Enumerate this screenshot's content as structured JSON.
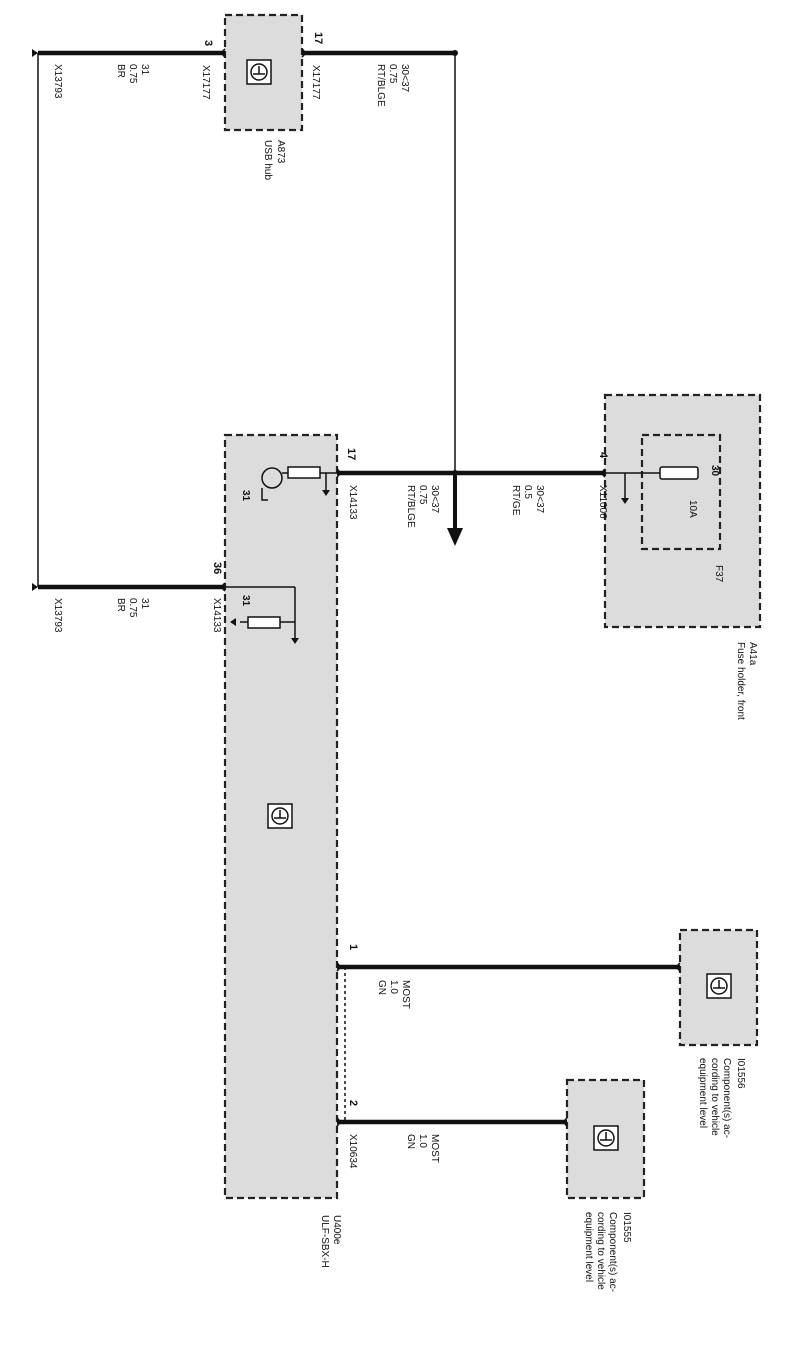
{
  "components": {
    "usb_hub": {
      "id": "A873",
      "name": "USB hub",
      "pin_left": "3",
      "pin_right": "17",
      "conn_left": "X17177",
      "conn_right": "X17177"
    },
    "fuse_holder": {
      "id": "A41a",
      "name": "Fuse holder, front",
      "pin": "4",
      "conn": "X11006",
      "fuse_id": "F37",
      "fuse_rating": "10A",
      "fuse_term": "30"
    },
    "sbx": {
      "id": "U400e",
      "name": "ULF-SBX-H",
      "pin_17": "17",
      "pin_36": "36",
      "pin_1": "1",
      "pin_2": "2",
      "conn_a": "X14133",
      "conn_b": "X14133",
      "conn_c": "X10634",
      "gnd_label_a": "31",
      "gnd_label_b": "31"
    },
    "comp_1": {
      "id": "I01556",
      "line1": "Component(s) ac-",
      "line2": "cording to vehicle",
      "line3": "equipment level"
    },
    "comp_2": {
      "id": "I01555",
      "line1": "Component(s) ac-",
      "line2": "cording to vehicle",
      "line3": "equipment level"
    }
  },
  "wires": {
    "w_top_left": {
      "term": "31",
      "size": "0.75",
      "color": "BR",
      "conn": "X13793"
    },
    "w_top_right": {
      "term": "30<37",
      "size": "0.75",
      "color": "RT/BLGE"
    },
    "w_sbx_power": {
      "term": "30<37",
      "size": "0.75",
      "color": "RT/BLGE"
    },
    "w_fuse": {
      "term": "30<37",
      "size": "0.5",
      "color": "RT/GE"
    },
    "w_sbx_ground": {
      "term": "31",
      "size": "0.75",
      "color": "BR",
      "conn": "X13793"
    },
    "w_most1": {
      "term": "MOST",
      "size": "1.0",
      "color": "GN"
    },
    "w_most2": {
      "term": "MOST",
      "size": "1.0",
      "color": "GN"
    }
  }
}
